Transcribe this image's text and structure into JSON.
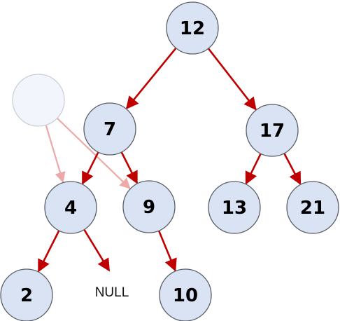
{
  "colors": {
    "node_fill": "#dae3f3",
    "node_stroke": "#5a5f66",
    "edge": "#c00000",
    "ghost_fill": "#f2f6fc",
    "ghost_stroke": "#c9cdd3",
    "ghost_edge": "#eda8a8"
  },
  "nodes": [
    {
      "id": "n12",
      "label": "12"
    },
    {
      "id": "n7",
      "label": "7"
    },
    {
      "id": "n17",
      "label": "17"
    },
    {
      "id": "n4",
      "label": "4"
    },
    {
      "id": "n9",
      "label": "9"
    },
    {
      "id": "n13",
      "label": "13"
    },
    {
      "id": "n21",
      "label": "21"
    },
    {
      "id": "n2",
      "label": "2"
    },
    {
      "id": "n10",
      "label": "10"
    }
  ],
  "null_label": "NULL",
  "edges": [
    {
      "from": "n12",
      "to": "n7"
    },
    {
      "from": "n12",
      "to": "n17"
    },
    {
      "from": "n7",
      "to": "n4"
    },
    {
      "from": "n7",
      "to": "n9"
    },
    {
      "from": "n17",
      "to": "n13"
    },
    {
      "from": "n17",
      "to": "n21"
    },
    {
      "from": "n4",
      "to": "n2"
    },
    {
      "from": "n4",
      "to": "null"
    },
    {
      "from": "n9",
      "to": "n10"
    }
  ],
  "ghost_edges": [
    {
      "from": "ghost",
      "to": "n4"
    },
    {
      "from": "ghost",
      "to": "n9"
    }
  ]
}
